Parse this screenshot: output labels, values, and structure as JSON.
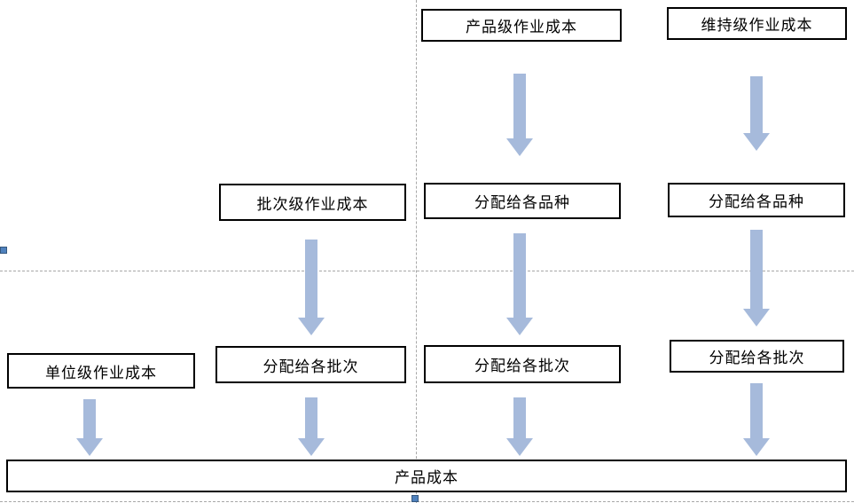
{
  "nodes": {
    "product_level": "产品级作业成本",
    "sustaining_level": "维持级作业成本",
    "batch_level": "批次级作业成本",
    "allocate_variety_center": "分配给各品种",
    "allocate_variety_right": "分配给各品种",
    "unit_level": "单位级作业成本",
    "allocate_batch_left": "分配给各批次",
    "allocate_batch_center": "分配给各批次",
    "allocate_batch_right": "分配给各批次",
    "product_cost": "产品成本"
  },
  "colors": {
    "arrow_fill": "#a6badb",
    "node_border": "#000000",
    "node_bg": "#ffffff",
    "guide_line": "#a8a8a8",
    "handle": "#4f81bd"
  }
}
